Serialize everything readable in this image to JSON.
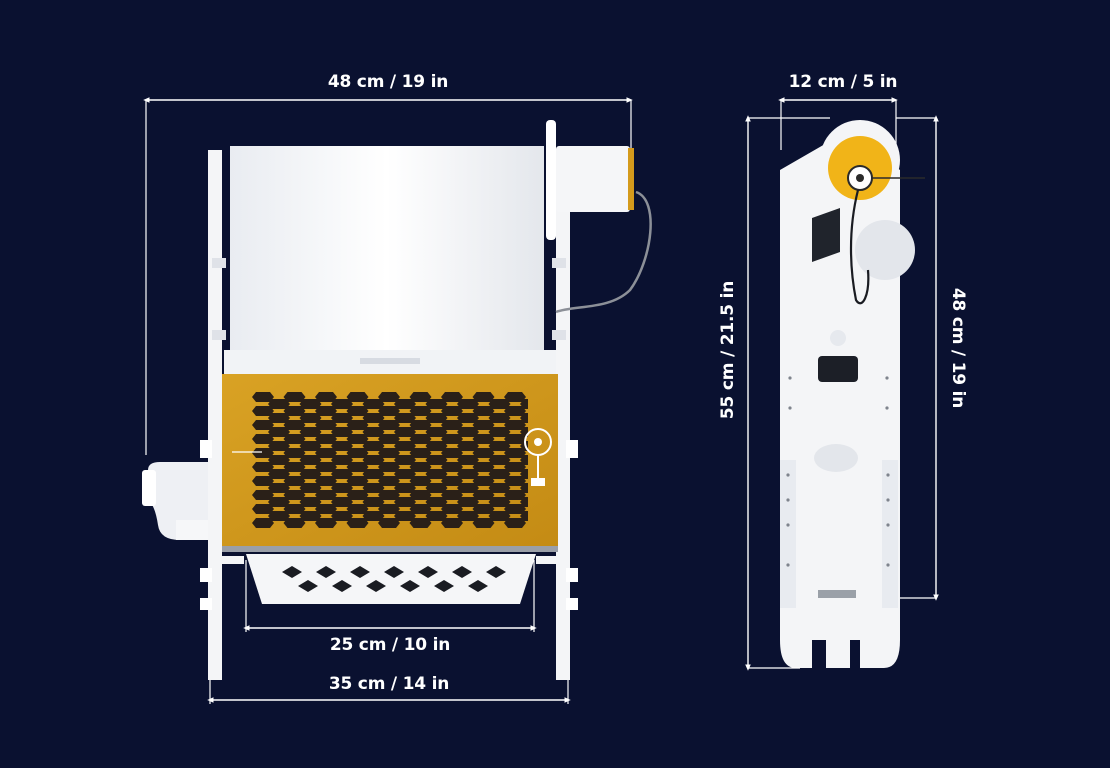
{
  "dimensions": {
    "front_width_top": "48 cm / 19 in",
    "front_tray_width": "25 cm / 10 in",
    "front_base_width": "35 cm / 14 in",
    "side_width": "12 cm / 5 in",
    "side_total_height": "55 cm / 21.5 in",
    "side_body_height": "48 cm / 19 in"
  },
  "colors": {
    "background": "#0a1130",
    "panel": "#d49a1c",
    "frame": "#f4f5f7",
    "dimension_line": "#ffffff"
  }
}
